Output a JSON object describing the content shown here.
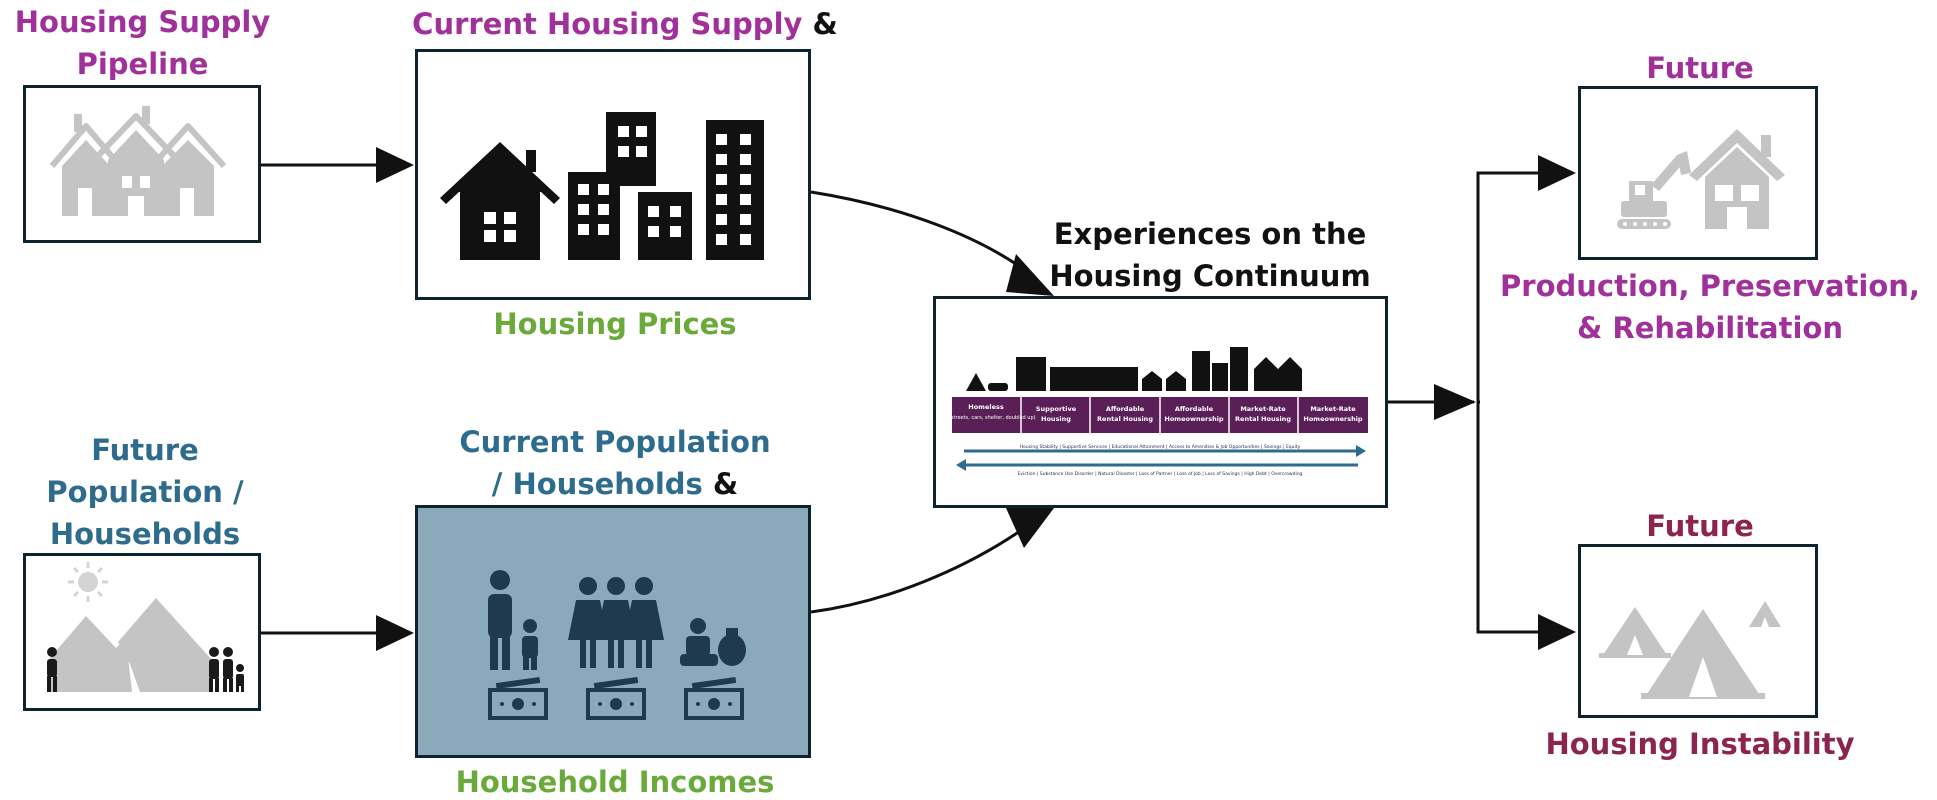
{
  "labels": {
    "pipeline_line1": "Housing Supply",
    "pipeline_line2": "Pipeline",
    "current_supply": "Current Housing Supply",
    "current_supply_amp": " &",
    "housing_prices": "Housing Prices",
    "future_pop_line1": "Future",
    "future_pop_line2": "Population /",
    "future_pop_line3": "Households",
    "current_pop_line1": "Current Population",
    "current_pop_line2": "/ Households",
    "current_pop_amp": " &",
    "household_incomes": "Household Incomes",
    "experiences_line1": "Experiences on the",
    "experiences_line2": "Housing Continuum",
    "future_top": "Future",
    "production_line1": "Production, Preservation,",
    "production_line2": "& Rehabilitation",
    "future_bottom": "Future",
    "housing_instability": "Housing Instability"
  },
  "continuum": {
    "columns": [
      {
        "title": "Homeless",
        "sub": "(e.g., streets, cars, shelter, doubled up)"
      },
      {
        "title": "Supportive",
        "sub": "Housing"
      },
      {
        "title": "Affordable",
        "sub": "Rental Housing"
      },
      {
        "title": "Affordable",
        "sub": "Homeownership"
      },
      {
        "title": "Market-Rate",
        "sub": "Rental Housing"
      },
      {
        "title": "Market-Rate",
        "sub": "Homeownership"
      }
    ],
    "arrow_right_text": "Housing Stability | Supportive Services | Educational Attainment | Access to Amenities & Job Opportunities | Savings | Equity",
    "arrow_left_text": "Eviction | Substance Use Disorder | Natural Disaster | Loss of Partner | Loss of Job | Loss of Savings | High Debt | Overcrowding"
  },
  "colors": {
    "purple": "#a0309a",
    "green": "#6aaa3a",
    "teal": "#2e6b8c",
    "maroon": "#8c2450",
    "box_border": "#0d2430",
    "population_box_fill": "#8aaabb",
    "icon_gray": "#c4c4c4",
    "continuum_band": "#5a1f57",
    "continuum_arrow": "#2e6b8c"
  }
}
